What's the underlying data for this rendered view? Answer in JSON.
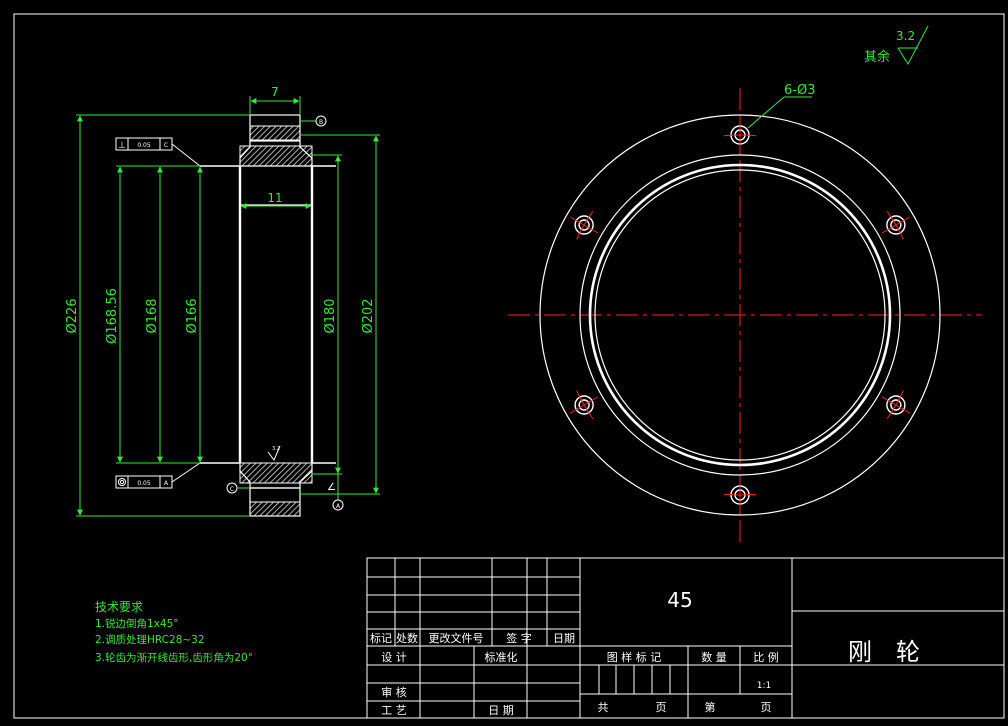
{
  "side_view": {
    "dims": {
      "tooth_width": "7",
      "bore_width": "11",
      "d226": "Ø226",
      "d168_56": "Ø168.56",
      "d168": "Ø168",
      "d166": "Ø166",
      "d180": "Ø180",
      "d202": "Ø202"
    },
    "datums": {
      "b": "B",
      "c": "C",
      "a": "A"
    },
    "tolerance_top": {
      "value": "0.05",
      "ref": "C"
    },
    "tolerance_bottom": {
      "value": "0.05",
      "ref": "A"
    },
    "roughness_small": "3.2"
  },
  "front_view": {
    "hole_callout": "6-Ø3",
    "hole_count": 6
  },
  "roughness": {
    "prefix": "其余",
    "value": "3.2"
  },
  "tech_requirements": {
    "title": "技术要求",
    "items": [
      "1.锐边倒角1x45°",
      "2.调质处理HRC28~32",
      "3.轮齿为渐开线齿形,齿形角为20°"
    ]
  },
  "title_block": {
    "material": "45",
    "part_name": "刚　轮",
    "rev_headers": [
      "标记",
      "处数",
      "更改文件号",
      "签 字",
      "日期"
    ],
    "design": "设 计",
    "standardize": "标准化",
    "review": "审 核",
    "process": "工 艺",
    "date": "日 期",
    "pattern_mark": "图 样 标 记",
    "quantity": "数 量",
    "scale": "比 例",
    "scale_value": "1:1",
    "total": "共",
    "page": "页",
    "sheet_no": "第",
    "page2": "页"
  },
  "colors": {
    "outline": "#ffffff",
    "dimension": "#35e835",
    "centerline": "#ff2020",
    "hatch": "#d8d8d8"
  }
}
